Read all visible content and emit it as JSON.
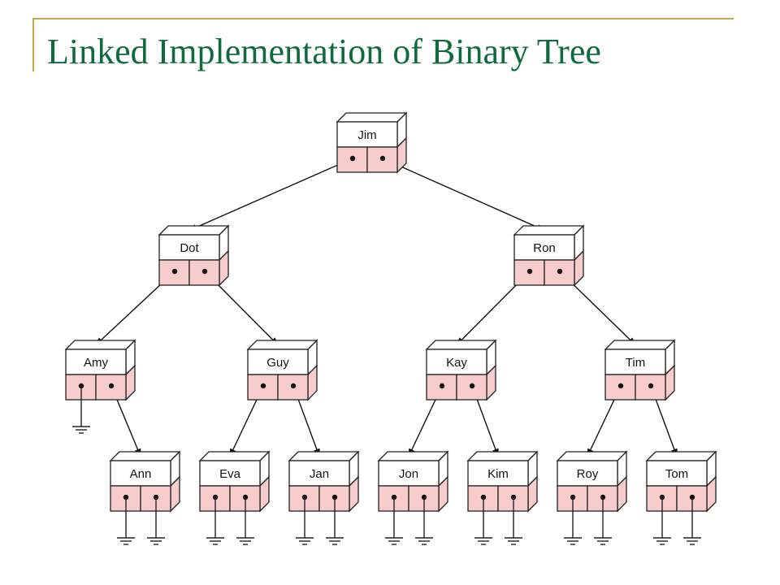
{
  "slide": {
    "title": "Linked Implementation of Binary Tree"
  },
  "colors": {
    "title": "#0f6b3e",
    "accent_rule": "#c6a83c",
    "node_name_fill": "#ffffff",
    "node_pointer_fill": "#f7cccc",
    "stroke": "#222222"
  },
  "tree": {
    "nodes": [
      {
        "id": "jim",
        "name": "Jim",
        "left": "dot",
        "right": "ron"
      },
      {
        "id": "dot",
        "name": "Dot",
        "left": "amy",
        "right": "guy"
      },
      {
        "id": "ron",
        "name": "Ron",
        "left": "kay",
        "right": "tim"
      },
      {
        "id": "amy",
        "name": "Amy",
        "left": null,
        "right": "ann"
      },
      {
        "id": "guy",
        "name": "Guy",
        "left": "eva",
        "right": "jan"
      },
      {
        "id": "kay",
        "name": "Kay",
        "left": "jon",
        "right": "kim"
      },
      {
        "id": "tim",
        "name": "Tim",
        "left": "roy",
        "right": "tom"
      },
      {
        "id": "ann",
        "name": "Ann",
        "left": null,
        "right": null
      },
      {
        "id": "eva",
        "name": "Eva",
        "left": null,
        "right": null
      },
      {
        "id": "jan",
        "name": "Jan",
        "left": null,
        "right": null
      },
      {
        "id": "jon",
        "name": "Jon",
        "left": null,
        "right": null
      },
      {
        "id": "kim",
        "name": "Kim",
        "left": null,
        "right": null
      },
      {
        "id": "roy",
        "name": "Roy",
        "left": null,
        "right": null
      },
      {
        "id": "tom",
        "name": "Tom",
        "left": null,
        "right": null
      }
    ]
  }
}
